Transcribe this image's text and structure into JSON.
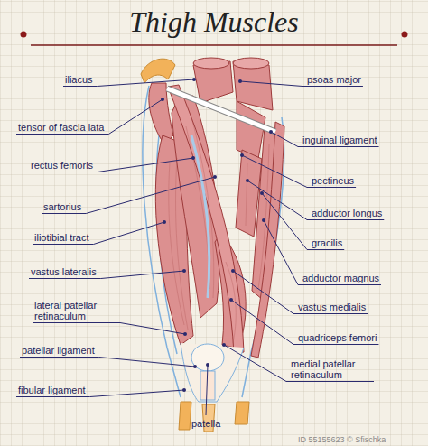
{
  "diagram": {
    "title": "Thigh Muscles",
    "labels": [
      "iliacus",
      "tensor of fascia lata",
      "rectus femoris",
      "sartorius",
      "iliotibial tract",
      "vastus lateralis",
      "lateral patellar retinaculum",
      "patellar ligament",
      "fibular ligament",
      "psoas major",
      "inguinal ligament",
      "pectineus",
      "adductor longus",
      "gracilis",
      "adductor magnus",
      "vastus medialis",
      "quadriceps femori",
      "medial patellar retinaculum",
      "patella",
      "ID 55155623 © Sfischka"
    ]
  }
}
